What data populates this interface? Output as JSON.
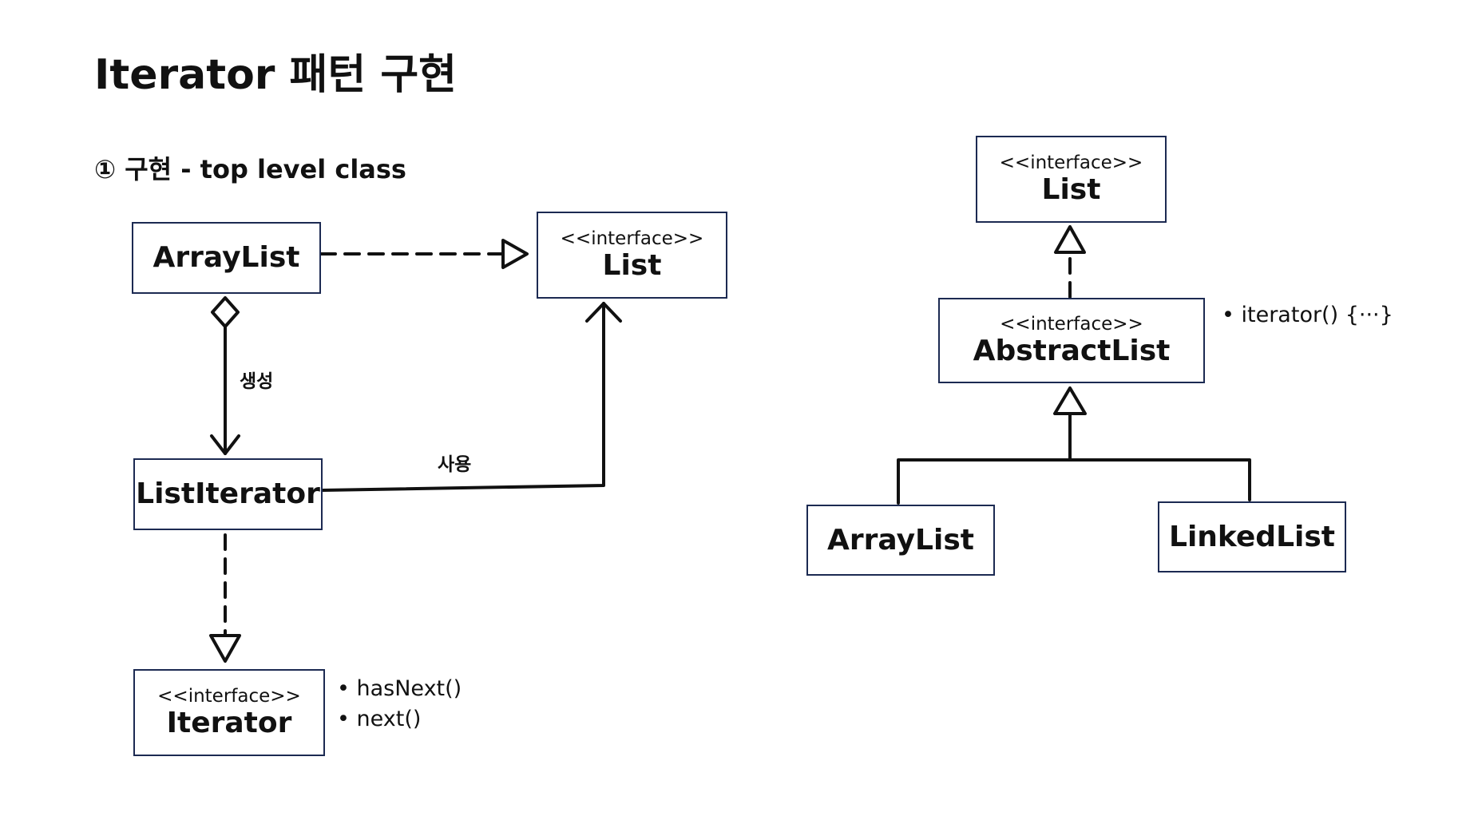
{
  "title": "Iterator 패턴 구현",
  "subtitle": "① 구현 - top level class",
  "left_diagram": {
    "arraylist": {
      "name": "ArrayList"
    },
    "list": {
      "stereotype": "<<interface>>",
      "name": "List"
    },
    "listiterator": {
      "name": "ListIterator"
    },
    "iterator": {
      "stereotype": "<<interface>>",
      "name": "Iterator"
    },
    "create_label": "생성",
    "use_label": "사용",
    "iterator_methods": [
      "• hasNext()",
      "• next()"
    ]
  },
  "right_diagram": {
    "list": {
      "stereotype": "<<interface>>",
      "name": "List"
    },
    "abstractlist": {
      "stereotype": "<<interface>>",
      "name": "AbstractList"
    },
    "abstractlist_note": "• iterator() {···}",
    "arraylist": {
      "name": "ArrayList"
    },
    "linkedlist": {
      "name": "LinkedList"
    }
  },
  "colors": {
    "box_border": "#1c2a52",
    "line": "#111111",
    "background": "#ffffff"
  }
}
